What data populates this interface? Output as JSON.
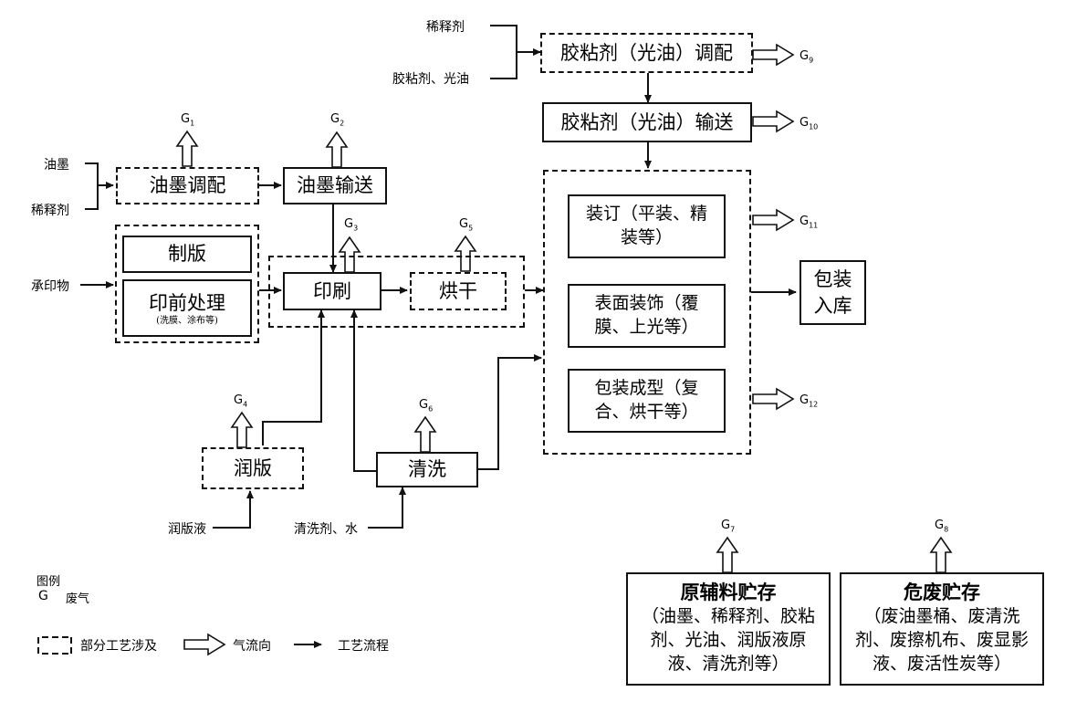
{
  "inputs": {
    "diluent_top": "稀释剂",
    "adhesive_varnish": "胶粘剂、光油",
    "ink": "油墨",
    "diluent_left": "稀释剂",
    "substrate": "承印物",
    "fountain_solution": "润版液",
    "cleaner_water": "清洗剂、水"
  },
  "boxes": {
    "adhesive_mixing": "胶粘剂（光油）调配",
    "adhesive_transport": "胶粘剂（光油）输送",
    "ink_mixing": "油墨调配",
    "ink_transport": "油墨输送",
    "plate_making": "制版",
    "prepress": "印前处理",
    "prepress_note": "(洗膜、涂布等)",
    "printing": "印刷",
    "drying": "烘干",
    "dampening": "润版",
    "cleaning": "清洗",
    "binding": "装订（平装、精装等）",
    "surface_finishing": "表面装饰（覆膜、上光等）",
    "packaging_forming": "包装成型（复合、烘干等）",
    "pack_store": "包装入库"
  },
  "emissions": [
    {
      "id": "G1",
      "letter": "G",
      "sub": "1"
    },
    {
      "id": "G2",
      "letter": "G",
      "sub": "2"
    },
    {
      "id": "G3",
      "letter": "G",
      "sub": "3"
    },
    {
      "id": "G4",
      "letter": "G",
      "sub": "4"
    },
    {
      "id": "G5",
      "letter": "G",
      "sub": "5"
    },
    {
      "id": "G6",
      "letter": "G",
      "sub": "6"
    },
    {
      "id": "G7",
      "letter": "G",
      "sub": "7"
    },
    {
      "id": "G8",
      "letter": "G",
      "sub": "8"
    },
    {
      "id": "G9",
      "letter": "G",
      "sub": "9"
    },
    {
      "id": "G10",
      "letter": "G",
      "sub": "10"
    },
    {
      "id": "G11",
      "letter": "G",
      "sub": "11"
    },
    {
      "id": "G12",
      "letter": "G",
      "sub": "12"
    }
  ],
  "storage": {
    "raw": {
      "title": "原辅料贮存",
      "body": "（油墨、稀释剂、胶粘剂、光油、润版液原液、清洗剂等）"
    },
    "hazardous": {
      "title": "危废贮存",
      "body": "（废油墨桶、废清洗剂、废擦机布、废显影液、废活性炭等）"
    }
  },
  "legend": {
    "title": "图例",
    "g_letter": "G",
    "g_meaning": "废气",
    "dashed_meaning": "部分工艺涉及",
    "gasflow_meaning": "气流向",
    "process_meaning": "工艺流程"
  }
}
